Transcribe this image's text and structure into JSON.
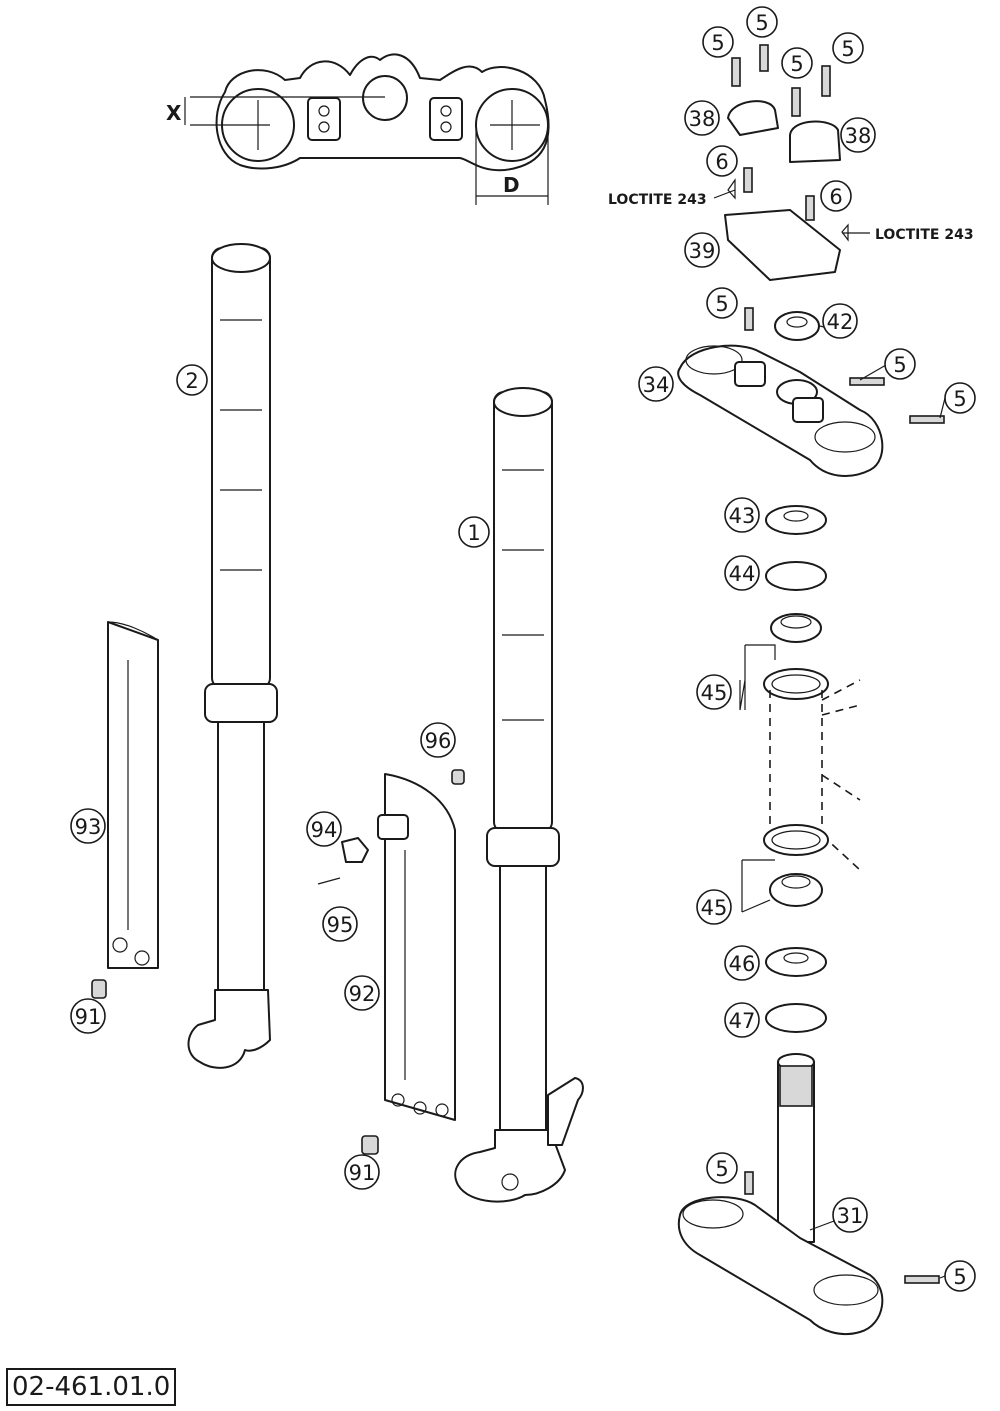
{
  "diagram_id": "02-461.01.0",
  "dimensions": {
    "x_label": "X",
    "d_label": "D"
  },
  "notes": {
    "loctite_left": "LOCTITE 243",
    "loctite_right": "LOCTITE 243"
  },
  "callouts": [
    {
      "id": "c5a",
      "label": "5"
    },
    {
      "id": "c5b",
      "label": "5"
    },
    {
      "id": "c5c",
      "label": "5"
    },
    {
      "id": "c5d",
      "label": "5"
    },
    {
      "id": "c38a",
      "label": "38"
    },
    {
      "id": "c38b",
      "label": "38"
    },
    {
      "id": "c6a",
      "label": "6"
    },
    {
      "id": "c6b",
      "label": "6"
    },
    {
      "id": "c39",
      "label": "39"
    },
    {
      "id": "c5e",
      "label": "5"
    },
    {
      "id": "c42",
      "label": "42"
    },
    {
      "id": "c5f",
      "label": "5"
    },
    {
      "id": "c34",
      "label": "34"
    },
    {
      "id": "c5g",
      "label": "5"
    },
    {
      "id": "c43",
      "label": "43"
    },
    {
      "id": "c44",
      "label": "44"
    },
    {
      "id": "c45a",
      "label": "45"
    },
    {
      "id": "c45b",
      "label": "45"
    },
    {
      "id": "c46",
      "label": "46"
    },
    {
      "id": "c47",
      "label": "47"
    },
    {
      "id": "c5h",
      "label": "5"
    },
    {
      "id": "c31",
      "label": "31"
    },
    {
      "id": "c5i",
      "label": "5"
    },
    {
      "id": "c2",
      "label": "2"
    },
    {
      "id": "c1",
      "label": "1"
    },
    {
      "id": "c93",
      "label": "93"
    },
    {
      "id": "c91a",
      "label": "91"
    },
    {
      "id": "c96",
      "label": "96"
    },
    {
      "id": "c94",
      "label": "94"
    },
    {
      "id": "c95",
      "label": "95"
    },
    {
      "id": "c92",
      "label": "92"
    },
    {
      "id": "c91b",
      "label": "91"
    }
  ]
}
